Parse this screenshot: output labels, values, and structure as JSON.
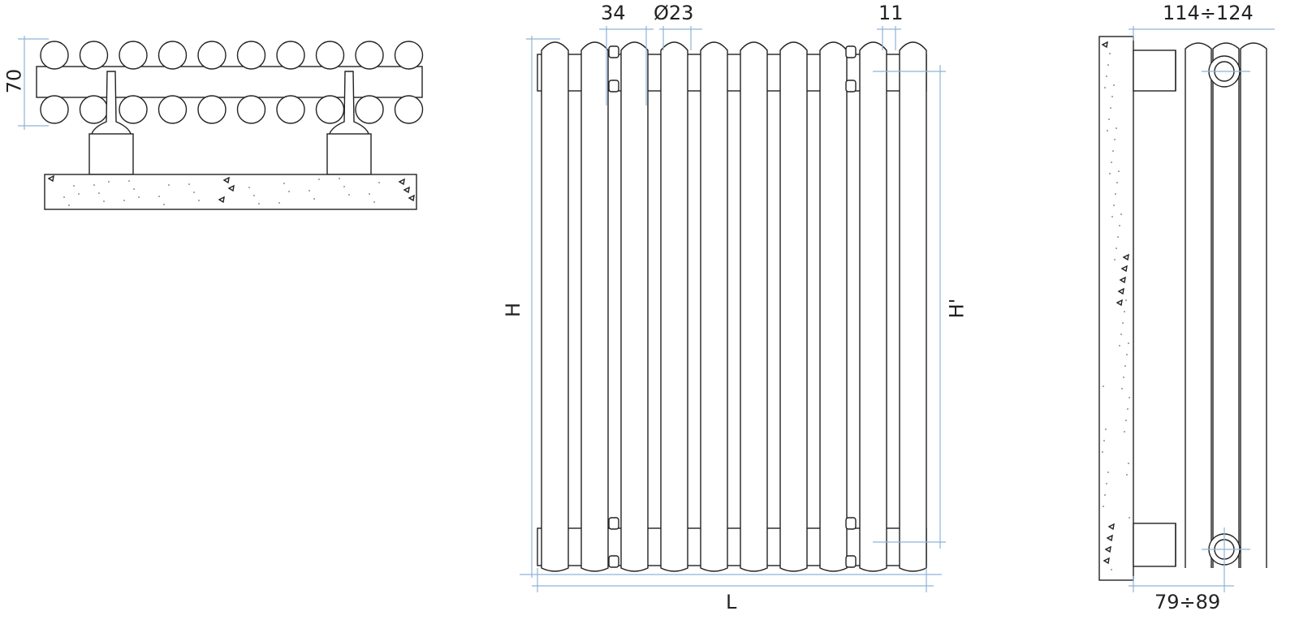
{
  "top_view": {
    "dimension_depth": "70",
    "column_count": 10
  },
  "front_view": {
    "dimension_pitch": "34",
    "dimension_diameter": "Ø23",
    "dimension_gap": "11",
    "dimension_height": "H",
    "dimension_axis_height": "H'",
    "dimension_length": "L",
    "column_count": 10
  },
  "side_view": {
    "dimension_total_depth": "114÷124",
    "dimension_axis_depth": "79÷89"
  },
  "colors": {
    "line": "#222222",
    "dimension": "#8fb3d6"
  }
}
